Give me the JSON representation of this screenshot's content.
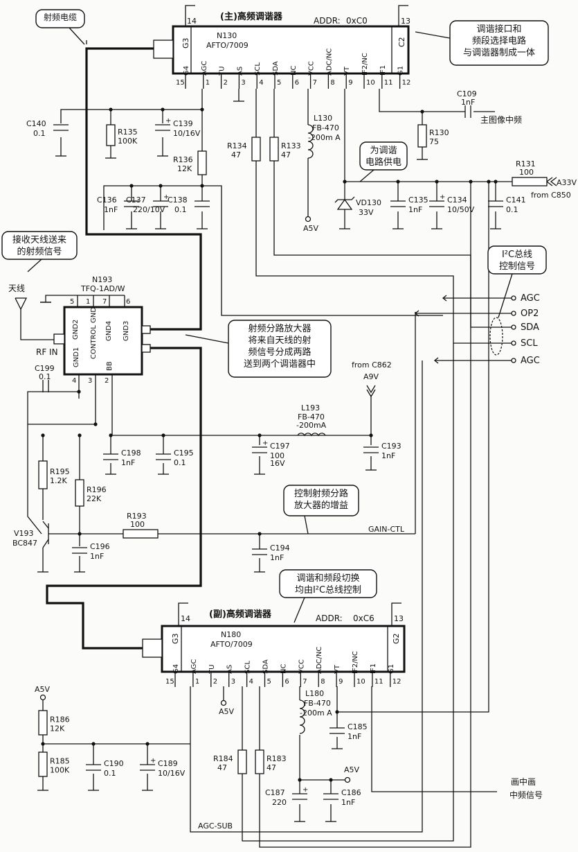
{
  "main_tuner": {
    "title": "(主)高频调谐器",
    "addr_label": "ADDR:",
    "addr": "0xC0",
    "ref": "N130",
    "model": "AFTO/7009",
    "g3": "G3",
    "c2": "C2",
    "tab_left": "14",
    "tab_right": "13",
    "pins": [
      {
        "num": "15",
        "name": "G4"
      },
      {
        "num": "1",
        "name": "AGC"
      },
      {
        "num": "2",
        "name": "TU"
      },
      {
        "num": "3",
        "name": "AS"
      },
      {
        "num": "4",
        "name": "SCL"
      },
      {
        "num": "5",
        "name": "SDA"
      },
      {
        "num": "6",
        "name": "NC"
      },
      {
        "num": "7",
        "name": "VCC"
      },
      {
        "num": "8",
        "name": "ADC/NC"
      },
      {
        "num": "9",
        "name": "VT"
      },
      {
        "num": "10",
        "name": "IF2/NC"
      },
      {
        "num": "11",
        "name": "IF1"
      },
      {
        "num": "12",
        "name": "G1"
      }
    ]
  },
  "sub_tuner": {
    "title": "(副)高频调谐器",
    "addr_label": "ADDR:",
    "addr": "0xC6",
    "ref": "N180",
    "model": "AFTO/7009",
    "g3": "G3",
    "g2": "G2",
    "tab_left": "14",
    "tab_right": "13",
    "pins": [
      {
        "num": "15",
        "name": "G4"
      },
      {
        "num": "1",
        "name": "AGC"
      },
      {
        "num": "2",
        "name": "TU"
      },
      {
        "num": "3",
        "name": "AS"
      },
      {
        "num": "4",
        "name": "SCL"
      },
      {
        "num": "5",
        "name": "SDA"
      },
      {
        "num": "6",
        "name": "NC"
      },
      {
        "num": "7",
        "name": "VCC"
      },
      {
        "num": "8",
        "name": "ADC/NC"
      },
      {
        "num": "9",
        "name": "VT"
      },
      {
        "num": "10",
        "name": "IF2/NC"
      },
      {
        "num": "11",
        "name": "IF1"
      },
      {
        "num": "12",
        "name": "G1"
      }
    ]
  },
  "splitter": {
    "ref": "N193",
    "model": "TFQ-1AD/W",
    "rf_in": "RF IN",
    "pin5": "5",
    "pin1": "1",
    "pin7": "7",
    "pin6": "6",
    "pin4": "4",
    "pin3": "3",
    "pin2": "2",
    "labels": [
      "GND2",
      "CONTROL GND",
      "GND4",
      "GND3",
      "GND1",
      "BB"
    ]
  },
  "antenna": {
    "label": "天线"
  },
  "labels": {
    "main_if_out": "主图像中频",
    "gain_ctl": "GAIN-CTL",
    "agc_sub": "AGC-SUB",
    "pip_if_1": "画中画",
    "pip_if_2": "中频信号"
  },
  "supplies": {
    "a9v_from": "from  C862",
    "a9v": "A9V",
    "a33v": "A33V",
    "a33v_from": "from  C850",
    "a5v": "A5V"
  },
  "bus": [
    "AGC",
    "OP2",
    "SDA",
    "SCL",
    "AGC"
  ],
  "callouts": {
    "rf_cable": "射频电缆",
    "tune_interface": [
      "调谐接口和",
      "频段选择电路",
      "与调谐器制成一体"
    ],
    "tune_power": [
      "为调谐",
      "电路供电"
    ],
    "i2c_bus": [
      "I²C总线",
      "控制信号"
    ],
    "antenna_signal": [
      "接收天线送来",
      "的射频信号"
    ],
    "splitter_desc": [
      "射频分路放大器",
      "将来自天线的射",
      "频信号分成两路",
      "送到两个调谐器中"
    ],
    "gain_desc": [
      "控制射频分路",
      "放大器的增益"
    ],
    "switch_desc": [
      "调谐和频段切换",
      "均由I²C总线控制"
    ]
  },
  "parts": {
    "c140": {
      "ref": "C140",
      "value": "0.1"
    },
    "r135": {
      "ref": "R135",
      "value": "100K"
    },
    "c139": {
      "ref": "C139",
      "value": "10/16V"
    },
    "r136": {
      "ref": "R136",
      "value": "12K"
    },
    "c136": {
      "ref": "C136",
      "value": "1nF"
    },
    "c137": {
      "ref": "C137",
      "value": "220/10V"
    },
    "c138": {
      "ref": "C138",
      "value": "0.1"
    },
    "r134": {
      "ref": "R134",
      "value": "47"
    },
    "r133": {
      "ref": "R133",
      "value": "47"
    },
    "l130": {
      "ref": "L130",
      "value": "FB-470",
      "rating": "-200m A"
    },
    "c109": {
      "ref": "C109",
      "value": "1nF"
    },
    "r130": {
      "ref": "R130",
      "value": "75"
    },
    "r131": {
      "ref": "R131",
      "value": "100"
    },
    "vd130": {
      "ref": "VD130",
      "value": "33V"
    },
    "c135": {
      "ref": "C135",
      "value": "1nF"
    },
    "c134": {
      "ref": "C134",
      "value": "10/50V"
    },
    "c141": {
      "ref": "C141",
      "value": "0.1"
    },
    "c199": {
      "ref": "C199",
      "value": "0.1"
    },
    "l193": {
      "ref": "L193",
      "value": "FB-470",
      "rating": "-200mA"
    },
    "c198": {
      "ref": "C198",
      "value": "1nF"
    },
    "c195": {
      "ref": "C195",
      "value": "0.1"
    },
    "c197": {
      "ref": "C197",
      "value": "100",
      "rating": "16V"
    },
    "c193": {
      "ref": "C193",
      "value": "1nF"
    },
    "r195": {
      "ref": "R195",
      "value": "1.2K"
    },
    "r196": {
      "ref": "R196",
      "value": "22K"
    },
    "r193": {
      "ref": "R193",
      "value": "100"
    },
    "v193": {
      "ref": "V193",
      "value": "BC847"
    },
    "c196": {
      "ref": "C196",
      "value": "1nF"
    },
    "c194": {
      "ref": "C194",
      "value": "1nF"
    },
    "r186": {
      "ref": "R186",
      "value": "12K"
    },
    "r185": {
      "ref": "R185",
      "value": "100K"
    },
    "c190": {
      "ref": "C190",
      "value": "0.1"
    },
    "c189": {
      "ref": "C189",
      "value": "10/16V"
    },
    "r184": {
      "ref": "R184",
      "value": "47"
    },
    "r183": {
      "ref": "R183",
      "value": "47"
    },
    "l180": {
      "ref": "L180",
      "value": "FB-470",
      "rating": "-200m A"
    },
    "c185": {
      "ref": "C185",
      "value": "1nF"
    },
    "c187": {
      "ref": "C187",
      "value": "220"
    },
    "c186": {
      "ref": "C186",
      "value": "1nF"
    }
  }
}
